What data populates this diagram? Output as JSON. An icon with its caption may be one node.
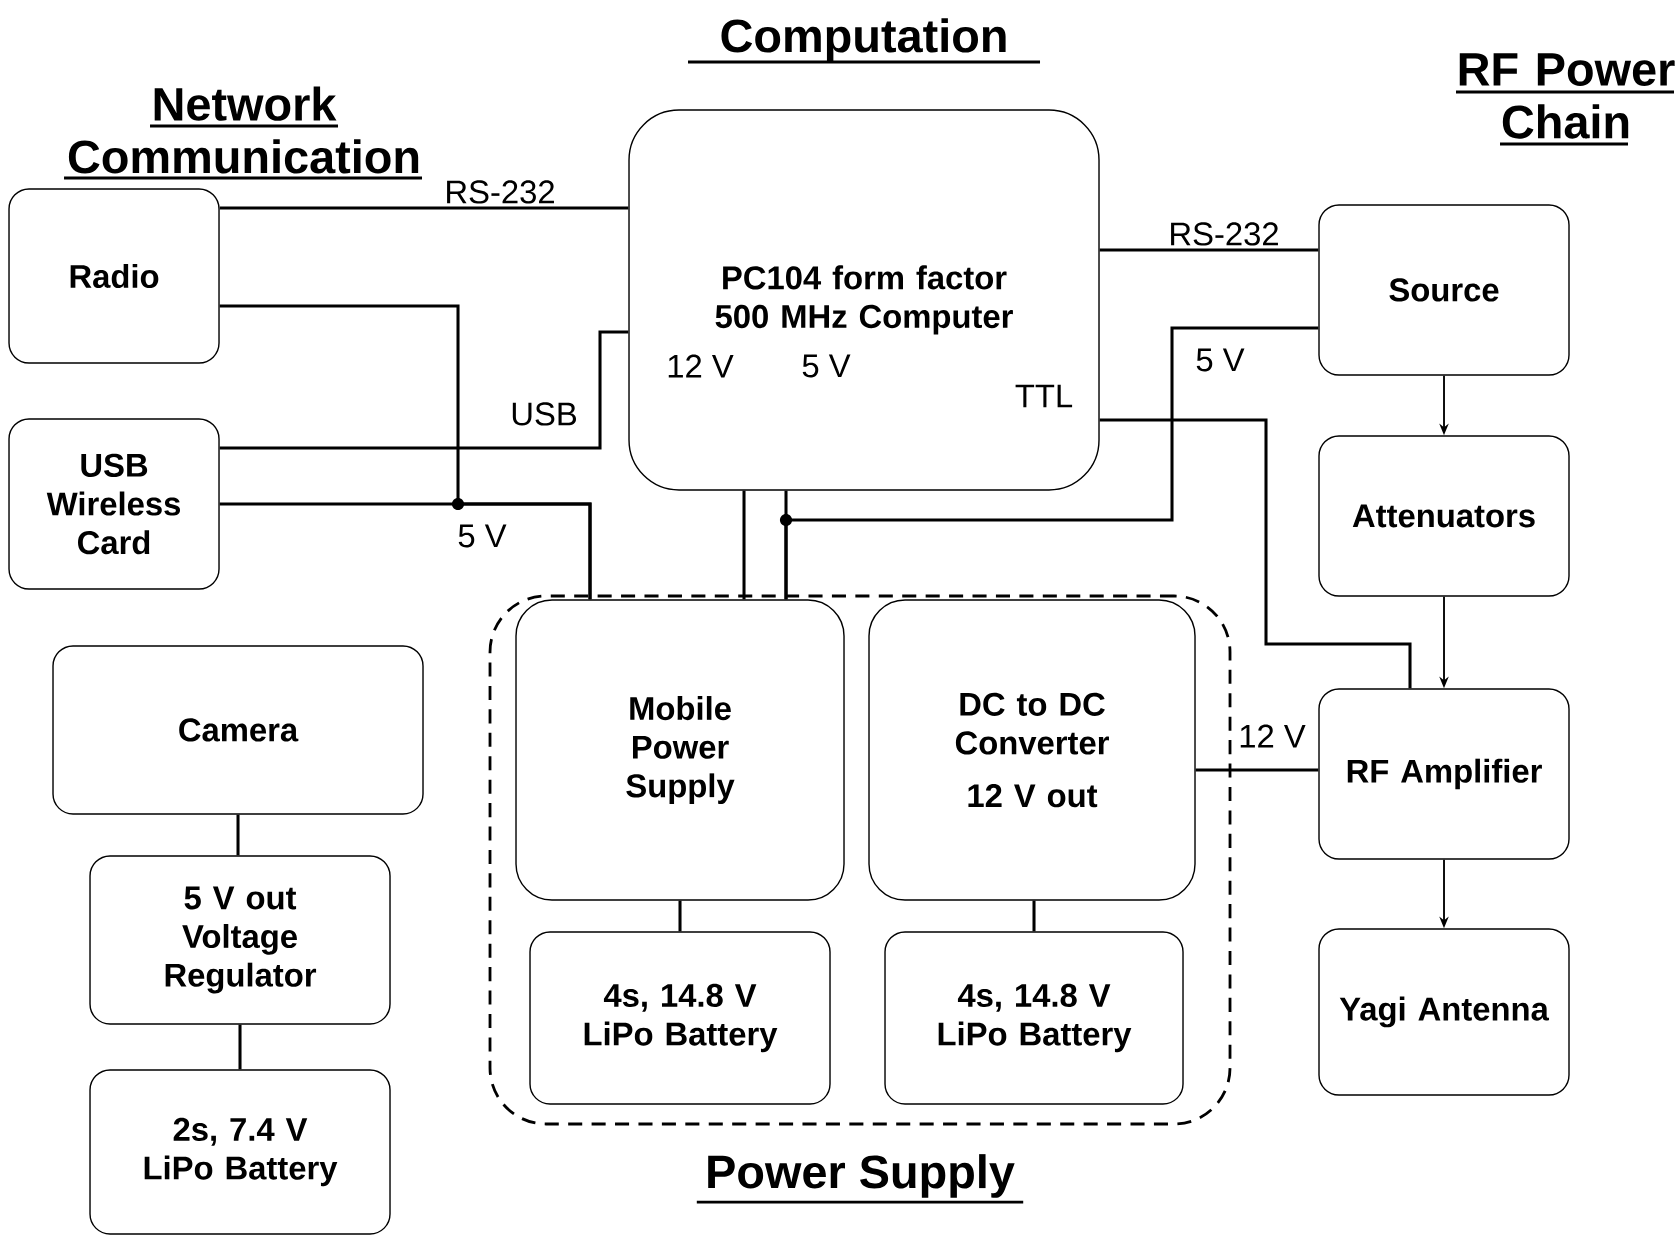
{
  "diagram": {
    "nodes": [
      {
        "text": [
          "Radio"
        ]
      },
      {
        "text": [
          "PC104 form factor 500 MHz Computer"
        ]
      },
      {
        "text": [
          "Source"
        ]
      },
      {
        "text": [
          "USB Wireless Card"
        ]
      },
      {
        "text": [
          "Attenuators"
        ]
      },
      {
        "text": [
          "Power Supply"
        ]
      },
      {
        "text": [
          "Mobile Power Supply"
        ],
        "in": 5
      },
      {
        "text": [
          "DC to DC Converter",
          "12 V out"
        ],
        "in": 5
      },
      {
        "text": [
          "Camera"
        ]
      },
      {
        "text": [
          "RF Amplifier"
        ]
      },
      {
        "text": [
          "5 V out Voltage Regulator"
        ]
      },
      {
        "text": [
          "4s, 14.8 V LiPo Battery"
        ],
        "in": 5
      },
      {
        "text": [
          "4s, 14.8 V LiPo Battery"
        ],
        "in": 5
      },
      {
        "text": [
          "Yagi Antenna"
        ]
      },
      {
        "text": [
          "2s, 7.4 V LiPo Battery"
        ]
      }
    ],
    "edges": [
      {
        "from": 0,
        "to": 1,
        "arrow": "none",
        "label": "RS-232"
      },
      {
        "from": 1,
        "to": 2,
        "arrow": "none",
        "label": "RS-232"
      },
      {
        "from": 3,
        "to": 1,
        "arrow": "none",
        "label": "USB"
      },
      {
        "from": 0,
        "to": 6,
        "arrow": "none"
      },
      {
        "from": 3,
        "to": 6,
        "arrow": "none",
        "label": "5 V"
      },
      {
        "from": 1,
        "to": 6,
        "arrow": "none",
        "label": "12 V"
      },
      {
        "from": 1,
        "to": 6,
        "arrow": "none",
        "label": "5 V"
      },
      {
        "from": 2,
        "to": 6,
        "arrow": "none",
        "label": "5 V"
      },
      {
        "from": 1,
        "to": 9,
        "arrow": "none",
        "label": "TTL"
      },
      {
        "from": 2,
        "to": 4,
        "arrow": "to"
      },
      {
        "from": 4,
        "to": 9,
        "arrow": "to"
      },
      {
        "from": 9,
        "to": 13,
        "arrow": "to"
      },
      {
        "from": 7,
        "to": 9,
        "arrow": "none",
        "label": "12 V"
      },
      {
        "from": 6,
        "to": 11,
        "arrow": "none"
      },
      {
        "from": 7,
        "to": 12,
        "arrow": "none"
      },
      {
        "from": 8,
        "to": 10,
        "arrow": "none"
      },
      {
        "from": 10,
        "to": 14,
        "arrow": "none"
      }
    ],
    "labels": [
      "Network Communication",
      "Computation",
      "RF Power Chain"
    ]
  }
}
